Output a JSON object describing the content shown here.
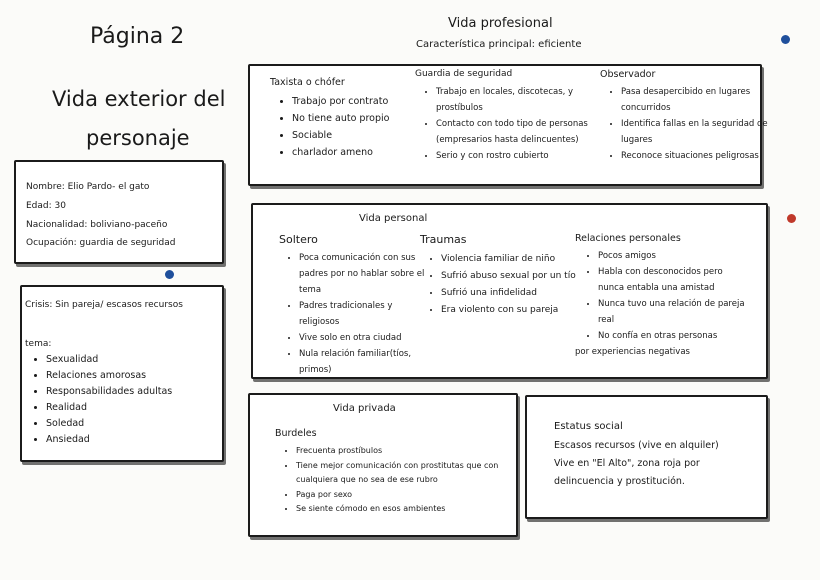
{
  "header": {
    "page": "Página 2",
    "title_line1": "Vida exterior del",
    "title_line2": "personaje"
  },
  "colors": {
    "blue_dot": "#1f4f9c",
    "red_dot": "#c0392b"
  },
  "info": {
    "lines": [
      "Nombre: Elio Pardo- el gato",
      "Edad: 30",
      "Nacionalidad: boliviano-paceño",
      "Ocupación: guardia de seguridad"
    ]
  },
  "crisis": {
    "title": "Crisis: Sin pareja/ escasos recursos",
    "tema_label": "tema:",
    "items": [
      "Sexualidad",
      "Relaciones amorosas",
      "Responsabilidades adultas",
      "Realidad",
      "Soledad",
      "Ansiedad"
    ]
  },
  "profesional": {
    "title": "Vida profesional",
    "subtitle": "Característica principal: eficiente",
    "col1": {
      "head": "Taxista o chófer",
      "items": [
        "Trabajo por contrato",
        "No tiene auto propio",
        "Sociable",
        "charlador ameno"
      ]
    },
    "col2": {
      "head": "Guardia de seguridad",
      "items": [
        "Trabajo en locales, discotecas, y prostíbulos",
        "Contacto con todo tipo de personas (empresarios hasta delincuentes)",
        "Serio y con rostro cubierto"
      ]
    },
    "col3": {
      "head": "Observador",
      "items": [
        "Pasa desapercibido en lugares concurridos",
        "Identifica fallas en la seguridad de lugares",
        "Reconoce situaciones peligrosas"
      ]
    }
  },
  "personal": {
    "title": "Vida personal",
    "col1": {
      "head": "Soltero",
      "items": [
        "Poca comunicación con sus padres por no hablar sobre el tema",
        "Padres tradicionales y religiosos",
        "Vive solo en otra ciudad",
        "Nula relación familiar(tíos, primos)"
      ]
    },
    "col2": {
      "head": "Traumas",
      "items": [
        "Violencia familiar de niño",
        "Sufrió abuso sexual por un tío",
        "Sufrió una infidelidad",
        "Era violento con su pareja"
      ]
    },
    "col3": {
      "head": "Relaciones personales",
      "items": [
        "Pocos amigos",
        "Habla con desconocidos pero nunca entabla una amistad",
        "Nunca tuvo una relación de pareja real",
        "No confía en otras personas"
      ],
      "extra": "por experiencias negativas"
    }
  },
  "privada": {
    "title": "Vida privada",
    "head": "Burdeles",
    "items": [
      "Frecuenta prostíbulos",
      "Tiene mejor comunicación con prostitutas que con cualquiera que no sea de ese rubro",
      "Paga por sexo",
      "Se siente cómodo en esos ambientes"
    ]
  },
  "estatus": {
    "title": "Estatus social",
    "lines": [
      "Escasos recursos (vive en alquiler)",
      "Vive en \"El Alto\", zona roja por delincuencia y prostitución."
    ]
  }
}
